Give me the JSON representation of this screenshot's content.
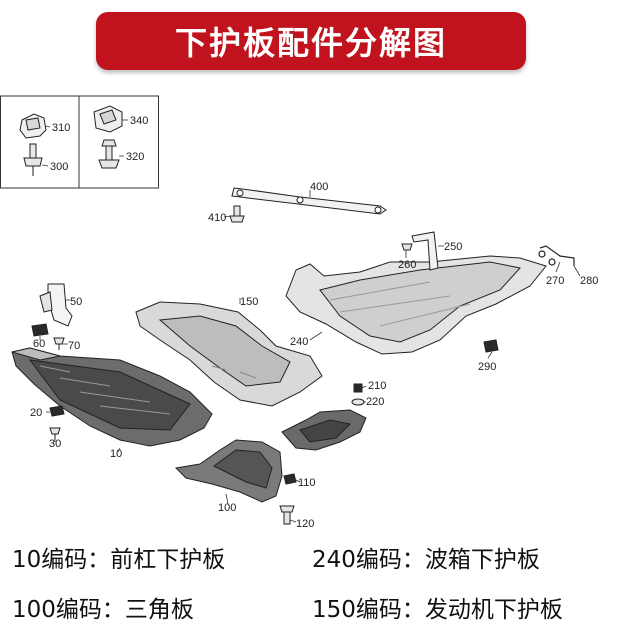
{
  "title": "下护板配件分解图",
  "callouts": {
    "c10": "10",
    "c20": "20",
    "c30": "30",
    "c50": "50",
    "c60": "60",
    "c70": "70",
    "c100": "100",
    "c110": "110",
    "c120": "120",
    "c150": "150",
    "c210": "210",
    "c220": "220",
    "c240": "240",
    "c250": "250",
    "c260": "260",
    "c270": "270",
    "c280": "280",
    "c290": "290",
    "c300": "300",
    "c310": "310",
    "c320": "320",
    "c340": "340",
    "c400": "400",
    "c410": "410"
  },
  "legend": [
    {
      "code": "10编码",
      "sep": "：",
      "name": "前杠下护板"
    },
    {
      "code": "240编码",
      "sep": "：",
      "name": "波箱下护板"
    },
    {
      "code": "100编码",
      "sep": "：",
      "name": "三角板"
    },
    {
      "code": "150编码",
      "sep": "：",
      "name": "发动机下护板"
    }
  ]
}
